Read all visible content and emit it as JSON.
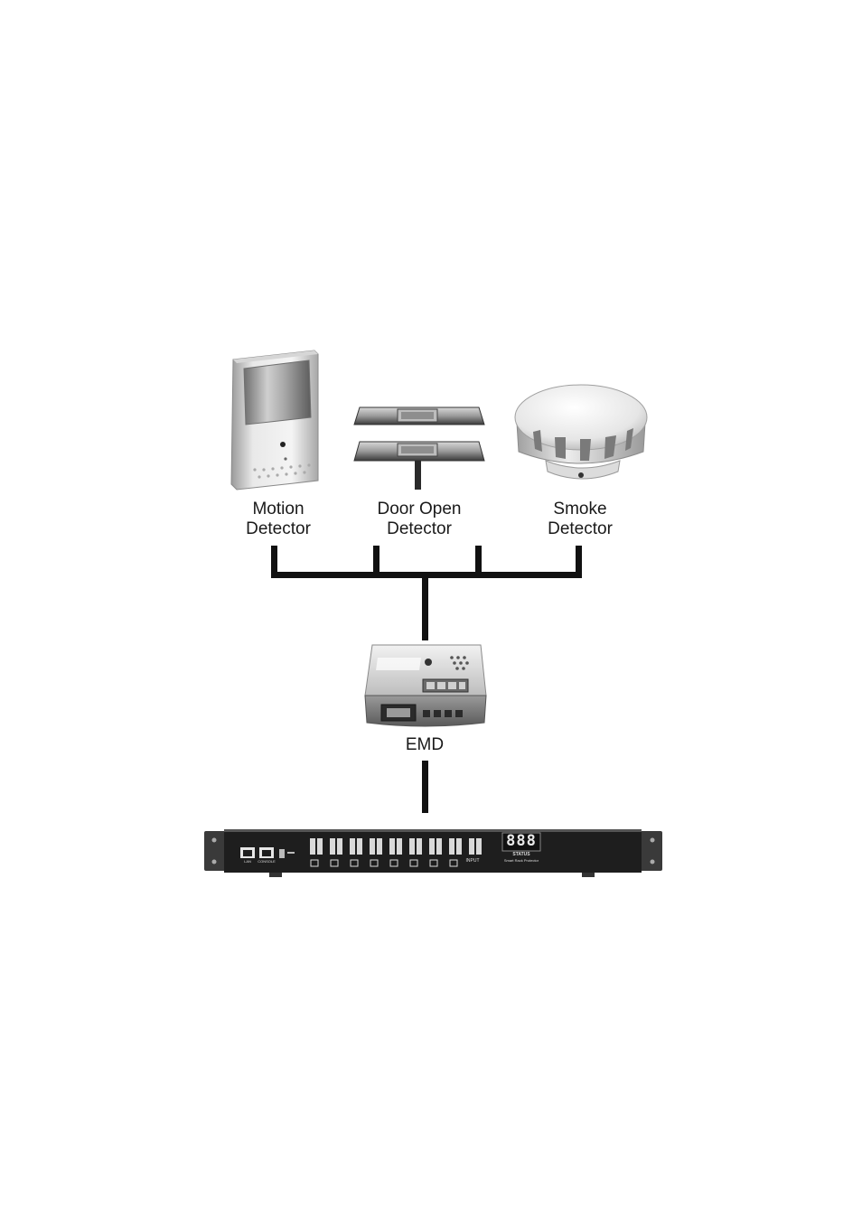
{
  "devices": {
    "motion": {
      "line1": "Motion",
      "line2": "Detector"
    },
    "door": {
      "line1": "Door Open",
      "line2": "Detector"
    },
    "smoke": {
      "line1": "Smoke",
      "line2": "Detector"
    },
    "emd": {
      "label": "EMD"
    }
  },
  "rack": {
    "port_labels": [
      "LAN",
      "CONSOLE"
    ],
    "input_label": "INPUT",
    "display_digits": "888",
    "status_label": "STATUS",
    "model_label": "Smart Rack Protector"
  },
  "colors": {
    "wire": "#111111",
    "rack_body": "#1e1e1e"
  }
}
